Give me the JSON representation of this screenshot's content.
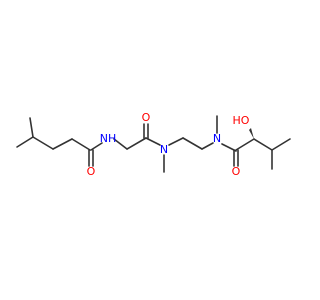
{
  "molecule": {
    "colors": {
      "bond": "#333333",
      "oxygen": "#ff0000",
      "nitrogen": "#0000ff"
    },
    "labels": {
      "o_amide_left": "O",
      "nh": "NH",
      "o_amide_middle": "O",
      "n_middle": "N",
      "n_right": "N",
      "ho": "HO",
      "o_amide_right": "O"
    }
  }
}
